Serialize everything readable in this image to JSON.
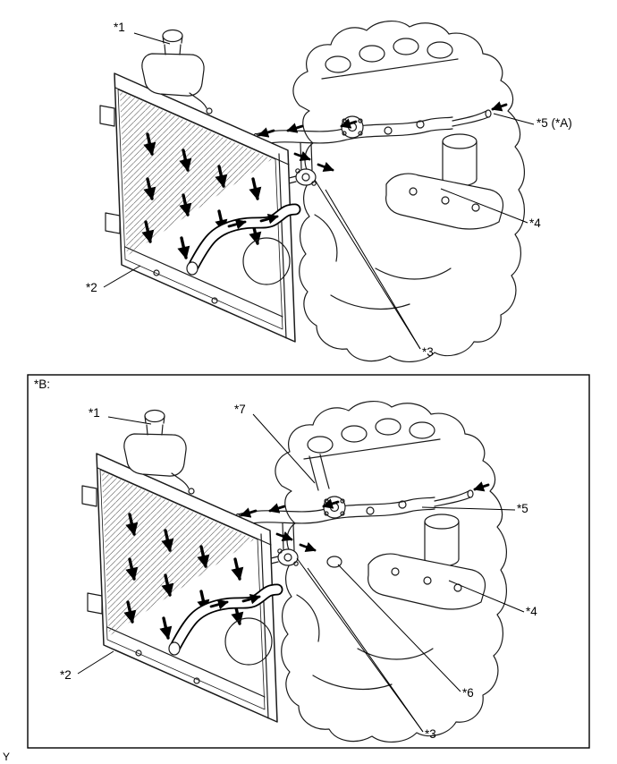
{
  "top_figure": {
    "l1": "*1",
    "l2": "*2",
    "l3": "*3",
    "l4": "*4",
    "l5a": "*5 (*A)"
  },
  "bottom_figure": {
    "tag": "*B:",
    "l1": "*1",
    "l2": "*2",
    "l3": "*3",
    "l4": "*4",
    "l5": "*5",
    "l6": "*6",
    "l7": "*7"
  },
  "page": {
    "corner_mark": "Y"
  },
  "colors": {
    "line": "#1a1a1a",
    "background": "#ffffff"
  }
}
